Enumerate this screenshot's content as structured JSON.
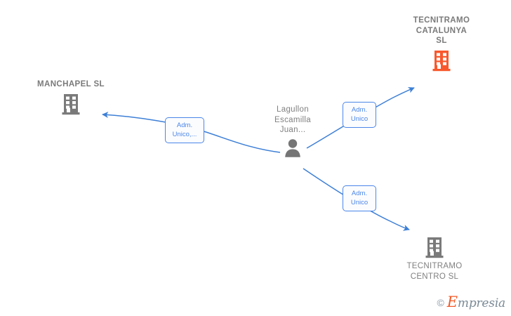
{
  "diagram": {
    "type": "org-relationship-graph",
    "background": "#ffffff",
    "colors": {
      "company_gray": "#7a7a7a",
      "company_highlight_orange": "#f9582c",
      "person_gray": "#757575",
      "edge_blue": "#3d7fd6",
      "chip_border": "#4a86e8",
      "chip_text": "#4a86e8",
      "label_gray": "#808080"
    },
    "nodes": [
      {
        "id": "manchapel",
        "name": "MANCHAPEL SL",
        "kind": "company",
        "icon": "building-icon",
        "icon_color": "#7a7a7a",
        "label_position": "above",
        "highlighted": false
      },
      {
        "id": "tecnitramo-catalunya",
        "name": "TECNITRAMO\nCATALUNYA\nSL",
        "kind": "company",
        "icon": "building-icon",
        "icon_color": "#f9582c",
        "label_position": "above",
        "highlighted": true
      },
      {
        "id": "tecnitramo-centro",
        "name": "TECNITRAMO\nCENTRO  SL",
        "kind": "company",
        "icon": "building-icon",
        "icon_color": "#7a7a7a",
        "label_position": "below",
        "highlighted": false
      },
      {
        "id": "person",
        "name": "Lagullon\nEscamilla\nJuan...",
        "kind": "person",
        "icon": "person-icon",
        "icon_color": "#757575",
        "label_position": "above",
        "highlighted": false
      }
    ],
    "edges": [
      {
        "id": "edge-manchapel",
        "from": "person",
        "to": "manchapel",
        "label": "Adm.\nUnico,...",
        "direction": "to-company",
        "arrow": "left"
      },
      {
        "id": "edge-catalunya",
        "from": "person",
        "to": "tecnitramo-catalunya",
        "label": "Adm.\nUnico",
        "direction": "to-company",
        "arrow": "up-right"
      },
      {
        "id": "edge-centro",
        "from": "person",
        "to": "tecnitramo-centro",
        "label": "Adm.\nUnico",
        "direction": "to-company",
        "arrow": "down-right"
      }
    ]
  },
  "watermark": {
    "copyright_symbol": "©",
    "brand_initial": "E",
    "brand_rest": "mpresia"
  }
}
